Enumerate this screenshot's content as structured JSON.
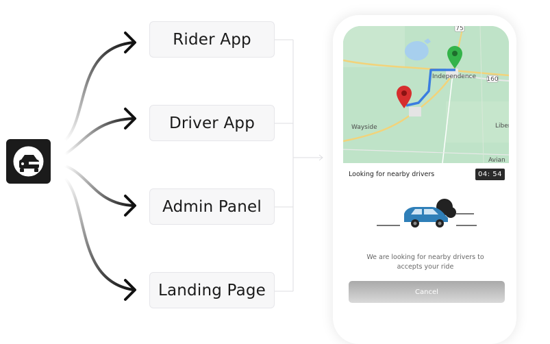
{
  "nodes": [
    {
      "label": "Rider App"
    },
    {
      "label": "Driver App"
    },
    {
      "label": "Admin Panel"
    },
    {
      "label": "Landing Page"
    }
  ],
  "phone": {
    "map": {
      "labels": {
        "independence": "Independence",
        "wayside": "Wayside",
        "liber": "Liber",
        "avian": "Avian",
        "route_75": "75",
        "route_160": "160"
      }
    },
    "status": "Looking for nearby drivers",
    "timer": "04: 54",
    "message_line1": "We are looking for nearby drivers to",
    "message_line2": "accepts your ride",
    "cancel_label": "Cancel"
  },
  "colors": {
    "route": "#3a7de0",
    "pin_origin": "#d62e2e",
    "pin_destination": "#34b34a",
    "car_body": "#2f7fb8",
    "logo_bg": "#1b1b1b"
  }
}
